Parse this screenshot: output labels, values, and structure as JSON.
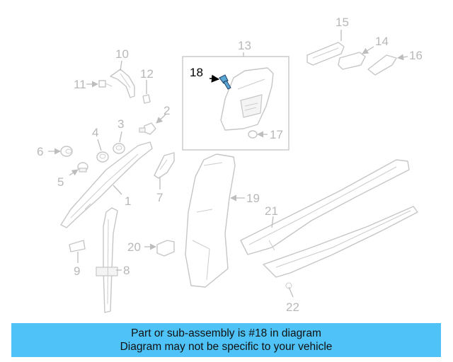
{
  "callouts": {
    "c1": "1",
    "c2": "2",
    "c3": "3",
    "c4": "4",
    "c5": "5",
    "c6": "6",
    "c7": "7",
    "c8": "8",
    "c9": "9",
    "c10": "10",
    "c11": "11",
    "c12": "12",
    "c13": "13",
    "c14": "14",
    "c15": "15",
    "c16": "16",
    "c17": "17",
    "c18": "18",
    "c19": "19",
    "c20": "20",
    "c21": "21",
    "c22": "22"
  },
  "highlighted_part": "18",
  "banner": {
    "line1": "Part or sub-assembly is #18 in diagram",
    "line2": "Diagram may not be specific to your vehicle",
    "color": "#4fc2f7"
  },
  "colors": {
    "highlight": "#5aa7d6",
    "line": "#c6c6c6"
  }
}
